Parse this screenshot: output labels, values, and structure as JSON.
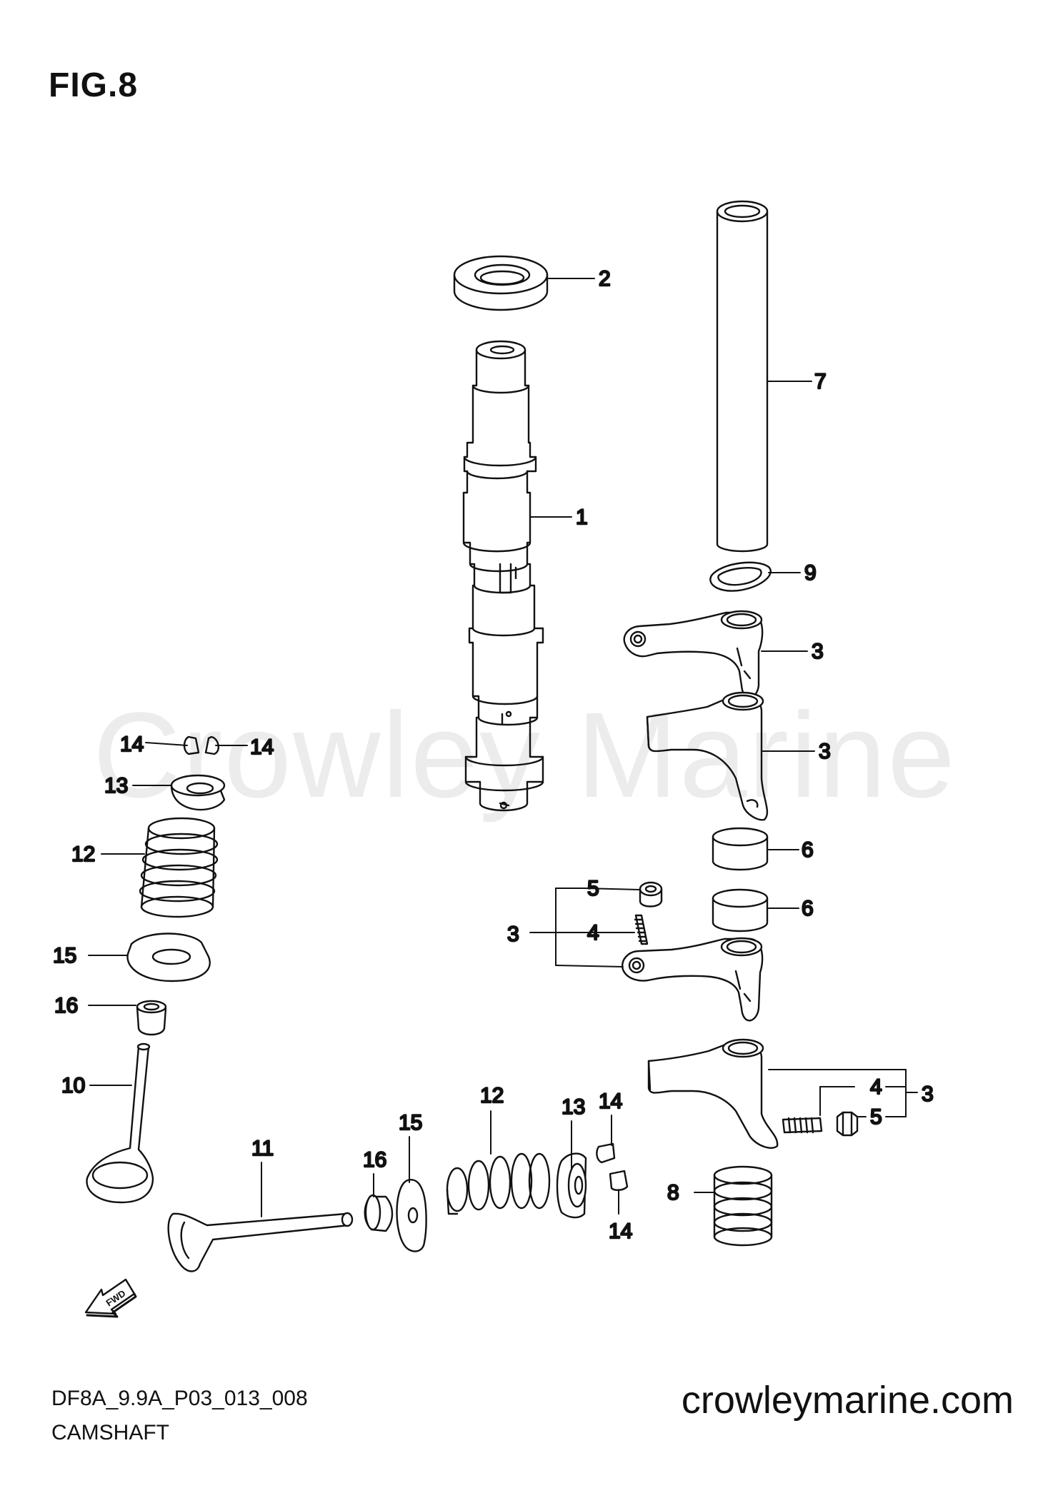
{
  "figure": {
    "title": "FIG.8",
    "watermark": "Crowley Marine",
    "drawing_code": "DF8A_9.9A_P03_013_008",
    "caption": "CAMSHAFT",
    "website": "crowleymarine.com",
    "fwd_label": "FWD"
  },
  "callouts": [
    {
      "id": "c-2",
      "text": "2"
    },
    {
      "id": "c-7",
      "text": "7"
    },
    {
      "id": "c-1",
      "text": "1"
    },
    {
      "id": "c-9",
      "text": "9"
    },
    {
      "id": "c-3a",
      "text": "3"
    },
    {
      "id": "c-3b",
      "text": "3"
    },
    {
      "id": "c-14a",
      "text": "14"
    },
    {
      "id": "c-14b",
      "text": "14"
    },
    {
      "id": "c-13a",
      "text": "13"
    },
    {
      "id": "c-12a",
      "text": "12"
    },
    {
      "id": "c-6a",
      "text": "6"
    },
    {
      "id": "c-5a",
      "text": "5"
    },
    {
      "id": "c-6b",
      "text": "6"
    },
    {
      "id": "c-3c",
      "text": "3"
    },
    {
      "id": "c-4a",
      "text": "4"
    },
    {
      "id": "c-15a",
      "text": "15"
    },
    {
      "id": "c-16a",
      "text": "16"
    },
    {
      "id": "c-10",
      "text": "10"
    },
    {
      "id": "c-12b",
      "text": "12"
    },
    {
      "id": "c-13b",
      "text": "13"
    },
    {
      "id": "c-15b",
      "text": "15"
    },
    {
      "id": "c-14c",
      "text": "14"
    },
    {
      "id": "c-4b",
      "text": "4"
    },
    {
      "id": "c-3d",
      "text": "3"
    },
    {
      "id": "c-16b",
      "text": "16"
    },
    {
      "id": "c-11",
      "text": "11"
    },
    {
      "id": "c-5b",
      "text": "5"
    },
    {
      "id": "c-8",
      "text": "8"
    },
    {
      "id": "c-14d",
      "text": "14"
    }
  ]
}
